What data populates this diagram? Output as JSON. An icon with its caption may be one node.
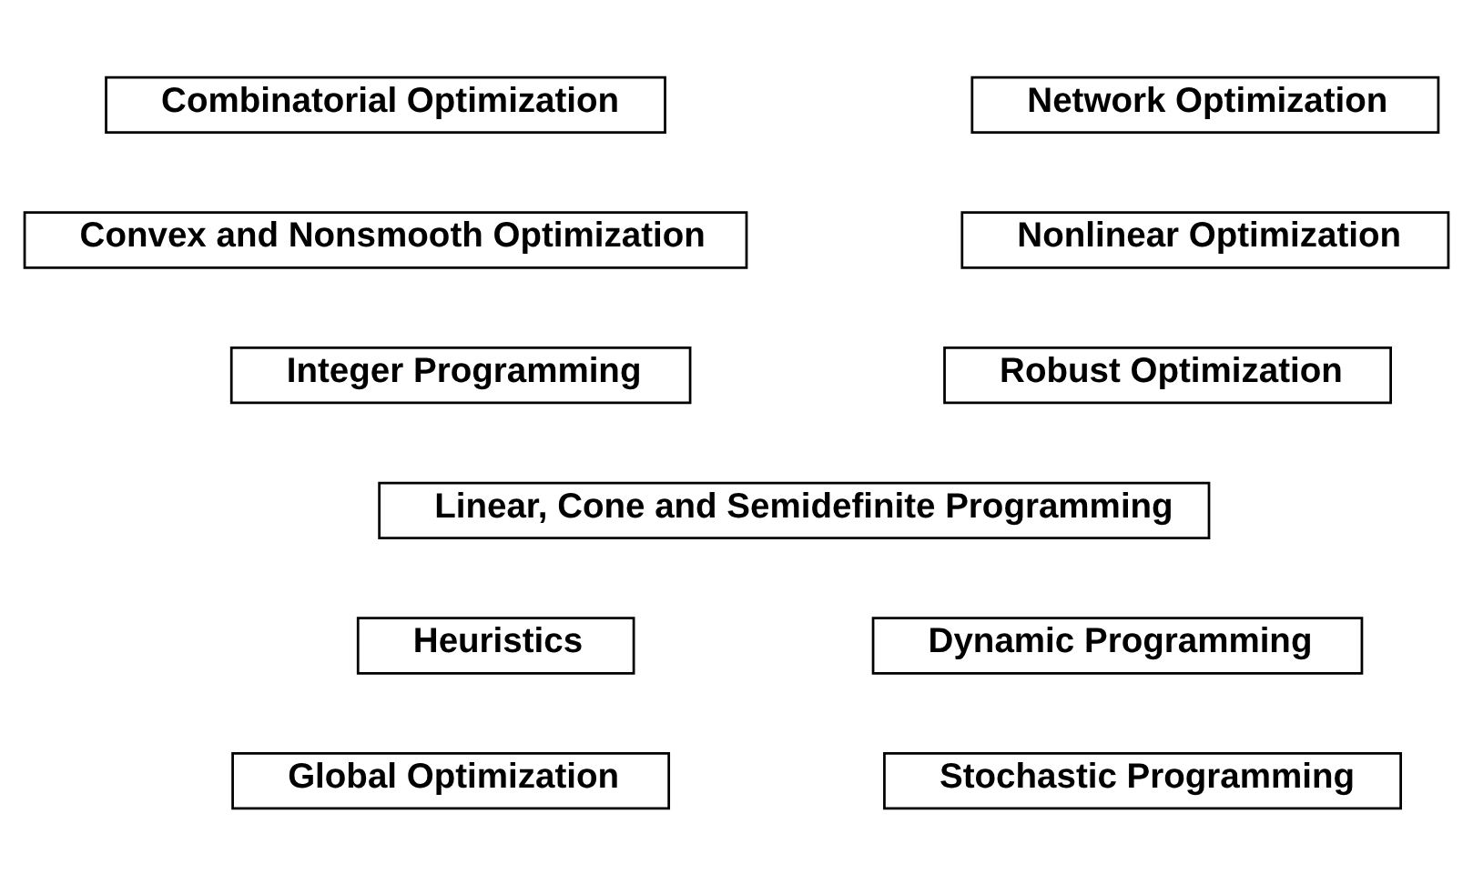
{
  "diagram": {
    "nodes": [
      {
        "text": [
          "Combinatorial Optimization"
        ]
      },
      {
        "text": [
          "Network Optimization"
        ]
      },
      {
        "text": [
          "Convex and Nonsmooth Optimization"
        ]
      },
      {
        "text": [
          "Nonlinear Optimization"
        ]
      },
      {
        "text": [
          "Integer Programming"
        ]
      },
      {
        "text": [
          "Robust Optimization"
        ]
      },
      {
        "text": [
          "Linear, Cone and Semidefinite Programming"
        ]
      },
      {
        "text": [
          "Heuristics"
        ]
      },
      {
        "text": [
          "Dynamic Programming"
        ]
      },
      {
        "text": [
          "Global Optimization"
        ]
      },
      {
        "text": [
          "Stochastic Programming"
        ]
      }
    ]
  }
}
